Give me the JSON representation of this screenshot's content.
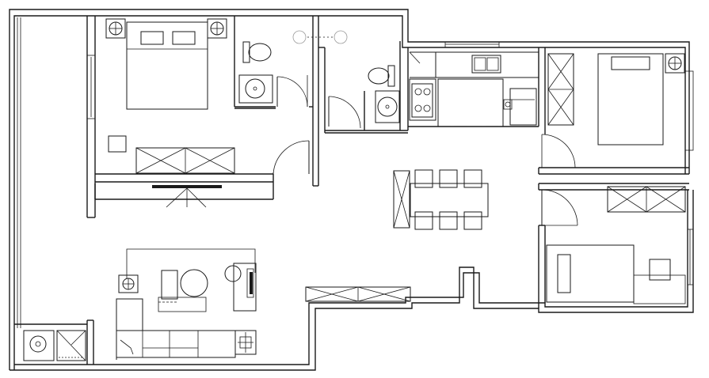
{
  "drawing": {
    "type": "architectural-floor-plan",
    "colors": {
      "line": "#1a1a1a",
      "background": "#ffffff",
      "secondary": "#9a9a9a"
    },
    "rooms": [
      "master-bedroom",
      "bathroom-1",
      "bathroom-2",
      "kitchen",
      "dining-area",
      "bedroom-2",
      "bedroom-3",
      "living-room",
      "balcony"
    ],
    "text_labels": []
  }
}
